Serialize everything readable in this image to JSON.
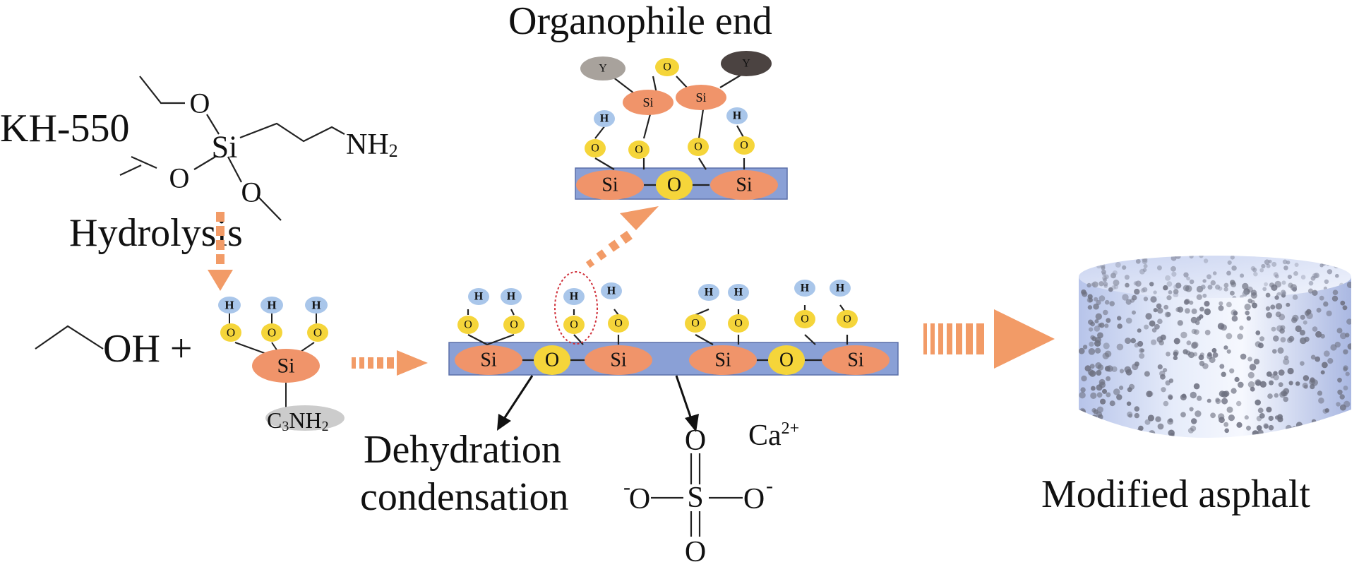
{
  "labels": {
    "title_organophile": "Organophile end",
    "kh550": "KH-550",
    "hydrolysis": "Hydrolysis",
    "ethanol_oh": "OH +",
    "dehydration_line1": "Dehydration",
    "dehydration_line2": "condensation",
    "modified_asphalt": "Modified asphalt"
  },
  "chem": {
    "si": "Si",
    "o": "O",
    "h": "H",
    "y": "Y",
    "nh2_main": "NH",
    "nh2_sub": "2",
    "c3nh2_c": "C",
    "c3nh2_3": "3",
    "c3nh2_nh": "NH",
    "c3nh2_2": "2",
    "s": "S",
    "minus": "-",
    "ca": "Ca",
    "ca_charge": "2+"
  },
  "colors": {
    "substrate": "#8aa0d6",
    "substrate_stroke": "#5a6fa8",
    "si_fill": "#f0946a",
    "o_fill": "#f5d53a",
    "h_fill": "#a9c6ea",
    "y_light": "#a8a29c",
    "y_dark": "#4b4341",
    "arrow": "#f29b67",
    "circle": "#d0303a"
  }
}
